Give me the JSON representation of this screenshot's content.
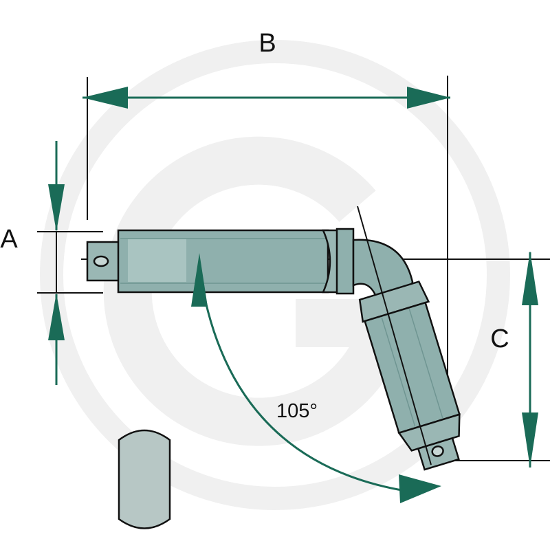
{
  "labels": {
    "a": "A",
    "b": "B",
    "c": "C",
    "angle": "105°"
  },
  "colors": {
    "arrow": "#1a6b57",
    "part_fill": "#8fb0ad",
    "part_light": "#a9c4c1",
    "part_dark": "#6f9592",
    "outline": "#111111",
    "pin_fill": "#b7c7c5",
    "watermark": "#f0f0f0"
  },
  "watermark": {
    "icon": "g-logo-watermark"
  }
}
